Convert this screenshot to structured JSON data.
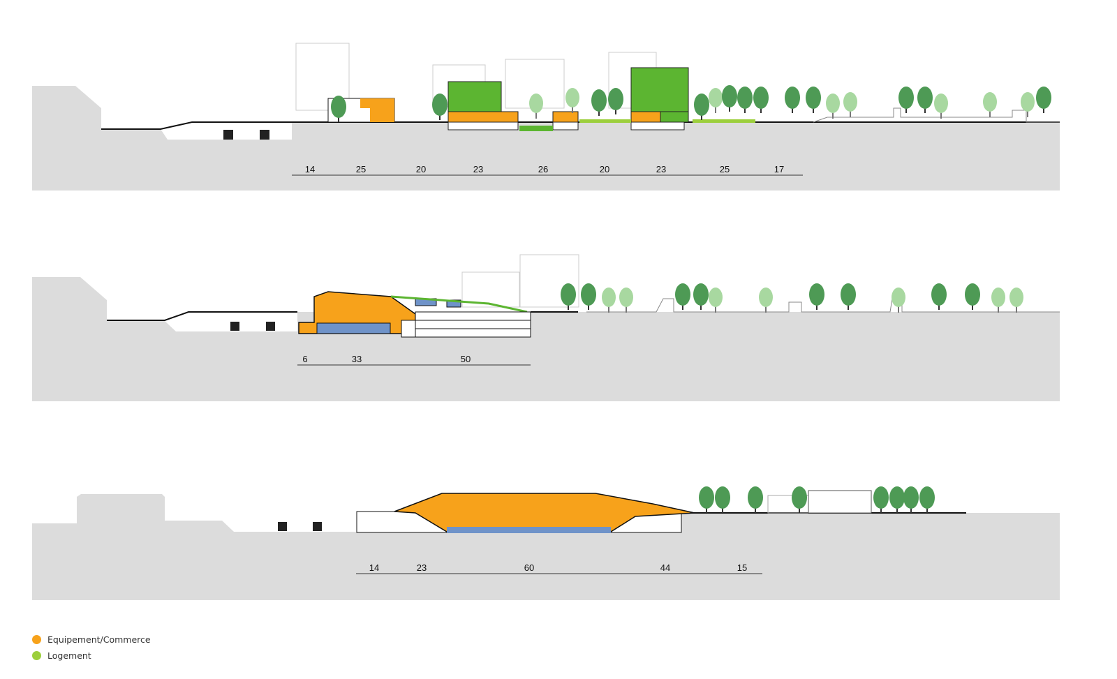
{
  "colors": {
    "ground": "#dcdcdc",
    "equipement": "#f7a21b",
    "logement": "#5cb531",
    "logement_light": "#9ccf3c",
    "tree_dark": "#4e9a55",
    "tree_light": "#a8d8a0",
    "water": "#6f93c9"
  },
  "sections": [
    {
      "dimensions": [
        "14",
        "25",
        "20",
        "23",
        "26",
        "20",
        "23",
        "25",
        "17"
      ]
    },
    {
      "dimensions": [
        "6",
        "33",
        "50"
      ]
    },
    {
      "dimensions": [
        "14",
        "23",
        "60",
        "44",
        "15"
      ]
    }
  ],
  "legend": [
    {
      "label": "Equipement/Commerce",
      "color": "#f7a21b"
    },
    {
      "label": "Logement",
      "color": "#9ccf3c"
    }
  ]
}
